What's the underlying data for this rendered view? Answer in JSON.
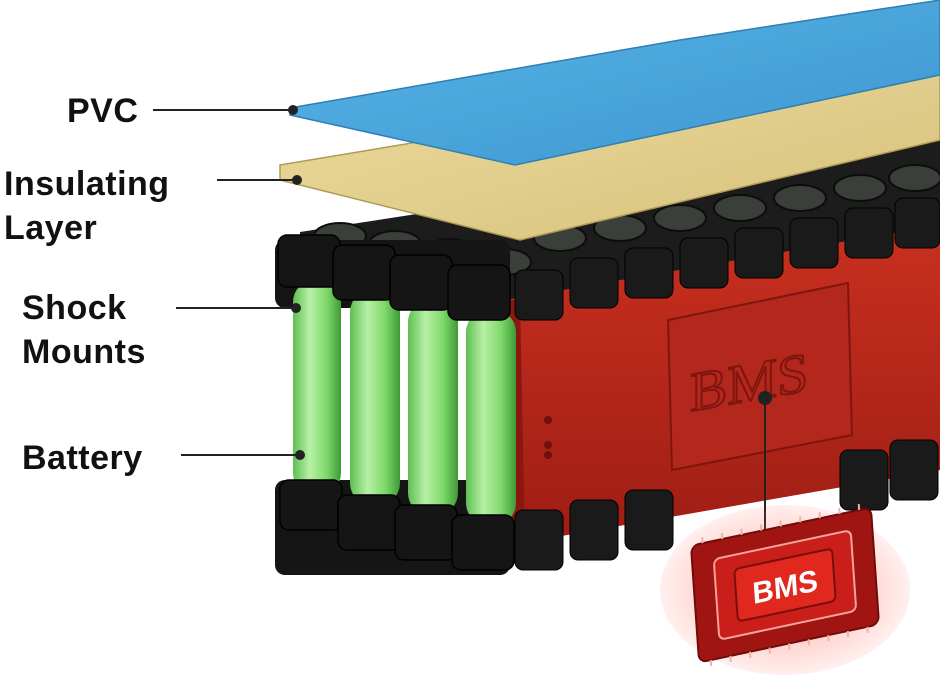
{
  "labels": {
    "pvc": "PVC",
    "insulating": "Insulating\nLayer",
    "shock": "Shock\nMounts",
    "battery": "Battery"
  },
  "bms": {
    "panel_text": "BMS",
    "chip_text": "BMS"
  },
  "colors": {
    "pvc_sheet": "#4aa6dc",
    "insulating_sheet": "#e2cf8c",
    "cell_green": "#7ed96a",
    "pack_red": "#b8261c",
    "holder_black": "#151515",
    "chip_red": "#c41a1a"
  }
}
